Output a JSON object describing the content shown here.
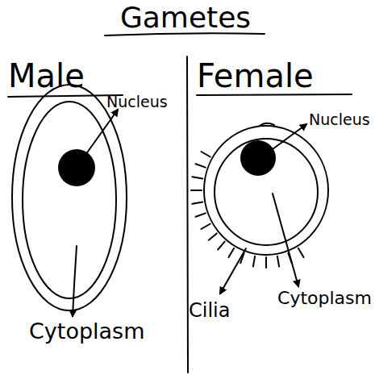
{
  "diagram": {
    "title": "Gametes",
    "labels": [
      "Male",
      "Female",
      "Nucleus",
      "Cytoplasm",
      "Nucleus",
      "Cilia",
      "Cytoplasm"
    ]
  }
}
